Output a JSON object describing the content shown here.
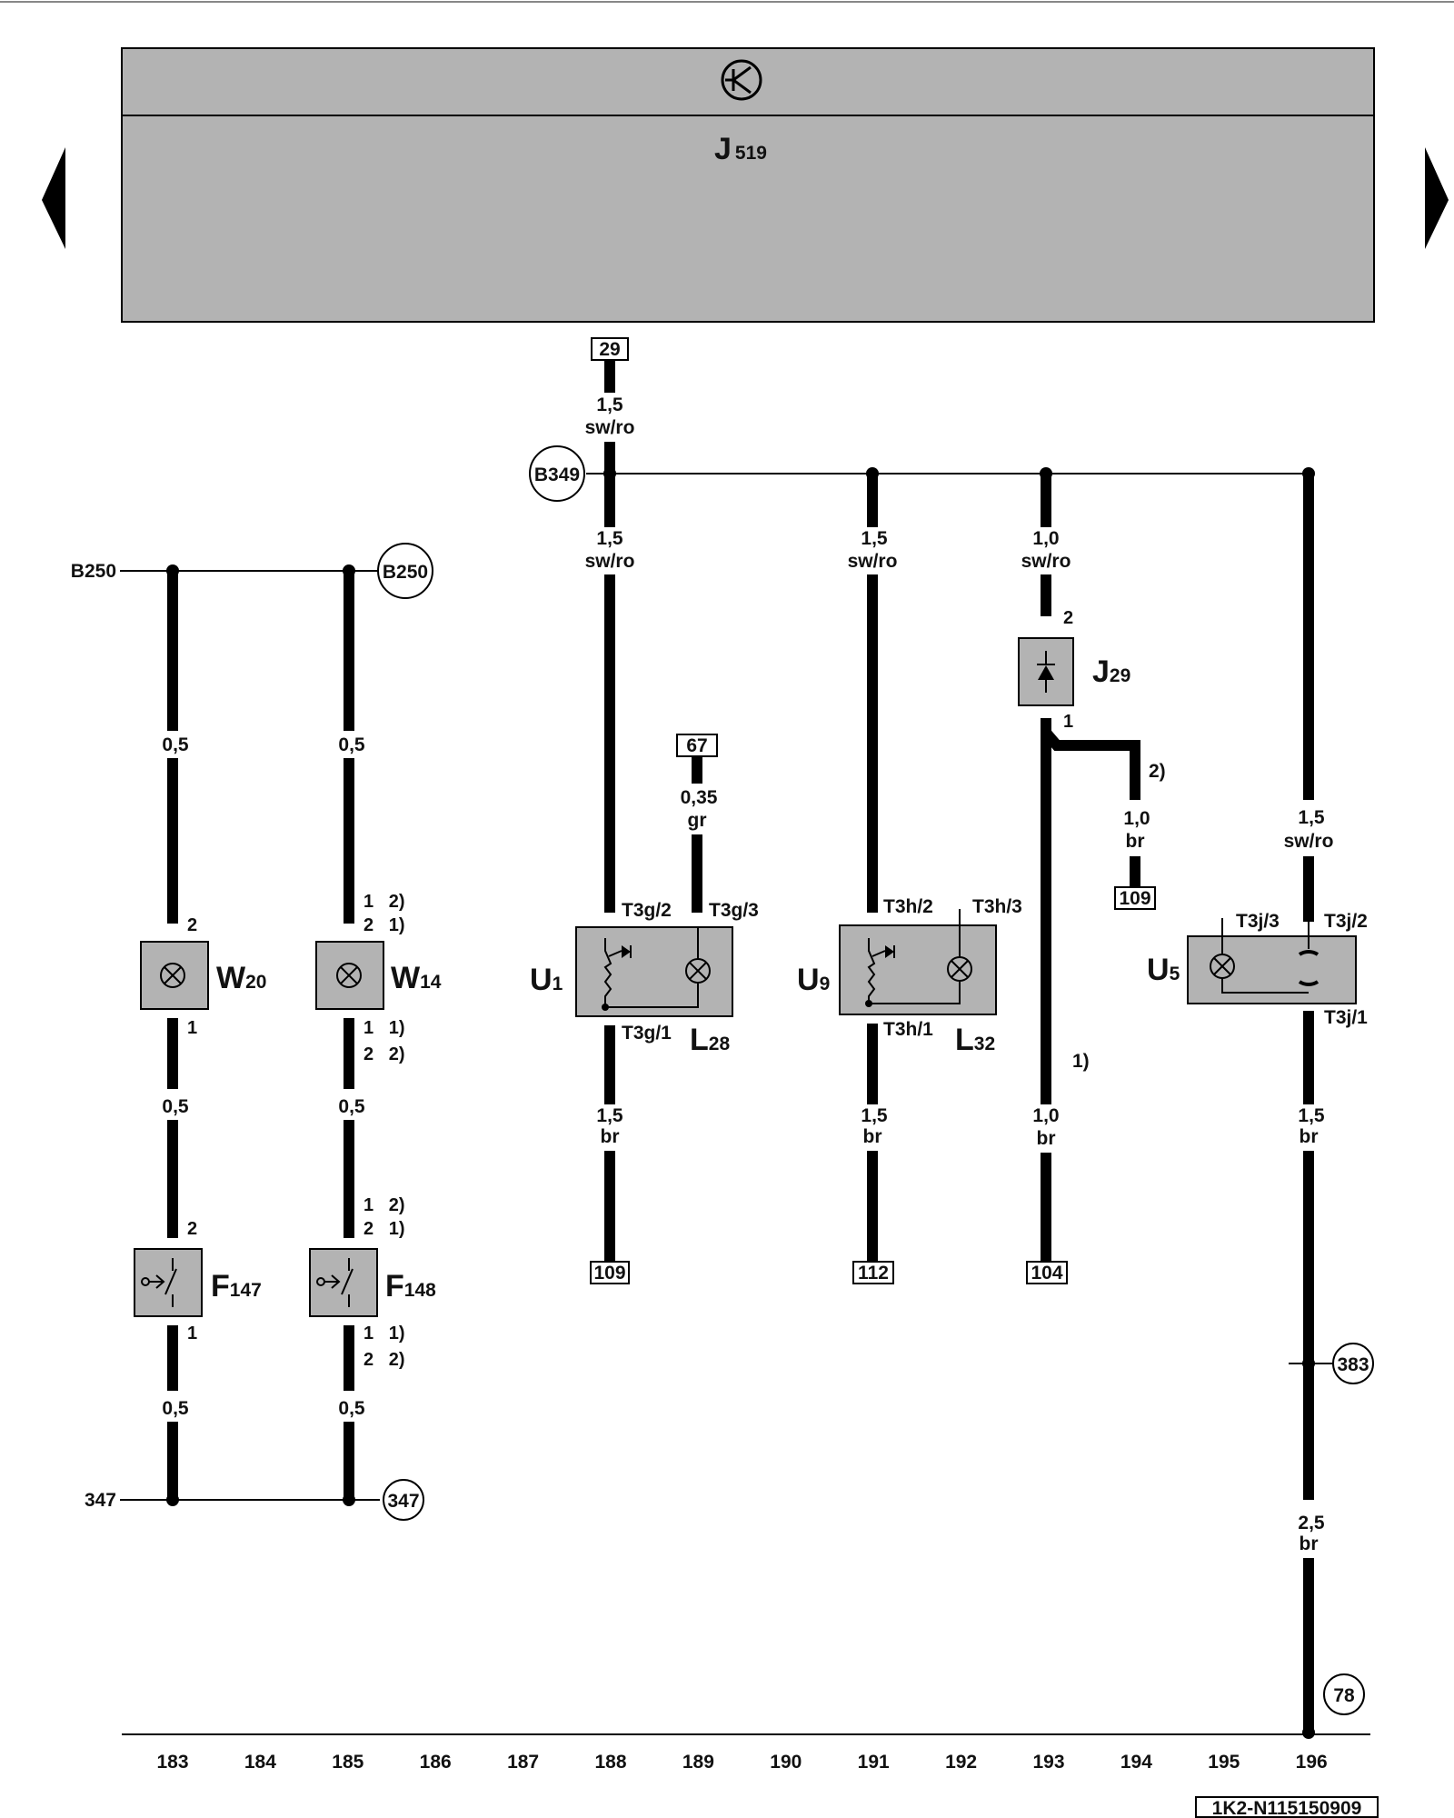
{
  "control_unit": {
    "symbol": "J",
    "index": "519"
  },
  "navigation": {
    "prev_label": "previous page",
    "next_label": "next page"
  },
  "references": {
    "r29": "29",
    "r67": "67",
    "r109a": "109",
    "r109b": "109",
    "r112": "112",
    "r104": "104",
    "b349": "B349",
    "b250_left": "B250",
    "b250_right": "B250",
    "g347_left": "347",
    "g347_right": "347",
    "c383": "383",
    "c78": "78"
  },
  "wires": {
    "w29_size": "1,5",
    "w29_color": "sw/ro",
    "w188_size": "1,5",
    "w188_color": "sw/ro",
    "w191_size": "1,5",
    "w191_color": "sw/ro",
    "w193_size": "1,0",
    "w193_color": "sw/ro",
    "w189_size": "0,35",
    "w189_color": "gr",
    "w194_size": "1,0",
    "w194_color": "br",
    "w194_note": "2)",
    "w196a_size": "1,5",
    "w196a_color": "sw/ro",
    "w183a": "0,5",
    "w185a": "0,5",
    "w183b": "0,5",
    "w185b": "0,5",
    "w183c": "0,5",
    "w185c": "0,5",
    "w188b_size": "1,5",
    "w188b_color": "br",
    "w191b_size": "1,5",
    "w191b_color": "br",
    "w193b_size": "1,0",
    "w193b_color": "br",
    "w193b_note": "1)",
    "w196b_size": "1,5",
    "w196b_color": "br",
    "w196c_size": "2,5",
    "w196c_color": "br"
  },
  "components": {
    "w20": {
      "sym": "W",
      "num": "20",
      "pin_top": "2",
      "pin_bot": "1"
    },
    "w14": {
      "sym": "W",
      "num": "14",
      "pin_top_a": "1   2)",
      "pin_top_b": "2   1)",
      "pin_bot_a": "1   1)",
      "pin_bot_b": "2   2)"
    },
    "f147": {
      "sym": "F",
      "num": "147",
      "pin_top": "2",
      "pin_bot": "1"
    },
    "f148": {
      "sym": "F",
      "num": "148",
      "pin_top_a": "1   2)",
      "pin_top_b": "2   1)",
      "pin_bot_a": "1   1)",
      "pin_bot_b": "2   2)"
    },
    "u1": {
      "sym": "U",
      "num": "1",
      "pin_a": "T3g/2",
      "pin_b": "T3g/3",
      "pin_c": "T3g/1",
      "lamp_sym": "L",
      "lamp_num": "28"
    },
    "u9": {
      "sym": "U",
      "num": "9",
      "pin_a": "T3h/2",
      "pin_b": "T3h/3",
      "pin_c": "T3h/1",
      "lamp_sym": "L",
      "lamp_num": "32"
    },
    "u5": {
      "sym": "U",
      "num": "5",
      "pin_a": "T3j/3",
      "pin_b": "T3j/2",
      "pin_c": "T3j/1"
    },
    "j29": {
      "sym": "J",
      "num": "29",
      "pin_top": "2",
      "pin_bot": "1"
    }
  },
  "columns": [
    "183",
    "184",
    "185",
    "186",
    "187",
    "188",
    "189",
    "190",
    "191",
    "192",
    "193",
    "194",
    "195",
    "196"
  ],
  "document_id": "1K2-N115150909"
}
